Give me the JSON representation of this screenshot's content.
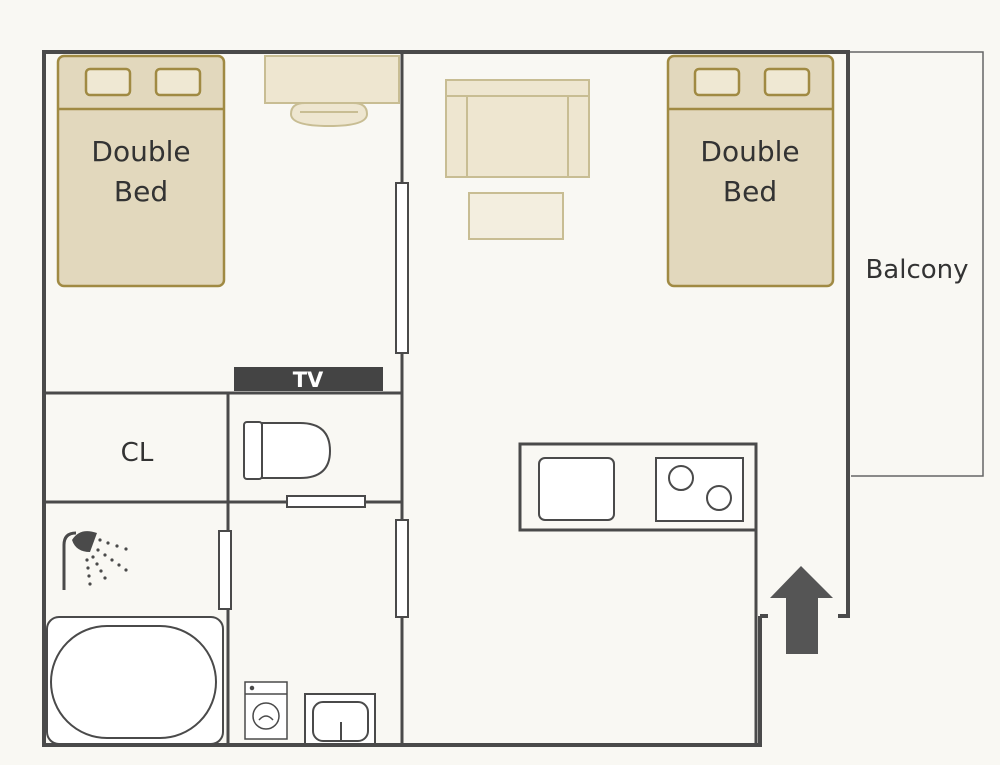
{
  "rooms": {
    "bed_left": {
      "line1": "Double",
      "line2": "Bed"
    },
    "bed_right": {
      "line1": "Double",
      "line2": "Bed"
    },
    "balcony": "Balcony",
    "closet": "CL",
    "tv": "TV"
  },
  "icons": {
    "entrance": "up-arrow-icon",
    "shower": "shower-icon",
    "washer": "washing-machine-icon",
    "toilet": "toilet-icon",
    "stove": "stove-icon",
    "sink": "sink-icon"
  },
  "colors": {
    "background": "#f9f8f3",
    "wall": "#4a4a4a",
    "bed_fill": "#e2d8bd",
    "bed_border": "#a08a43",
    "furniture_fill": "#eee6d0",
    "furniture_border": "#c8bd93",
    "tv_fill": "#444444",
    "arrow": "#555555"
  }
}
